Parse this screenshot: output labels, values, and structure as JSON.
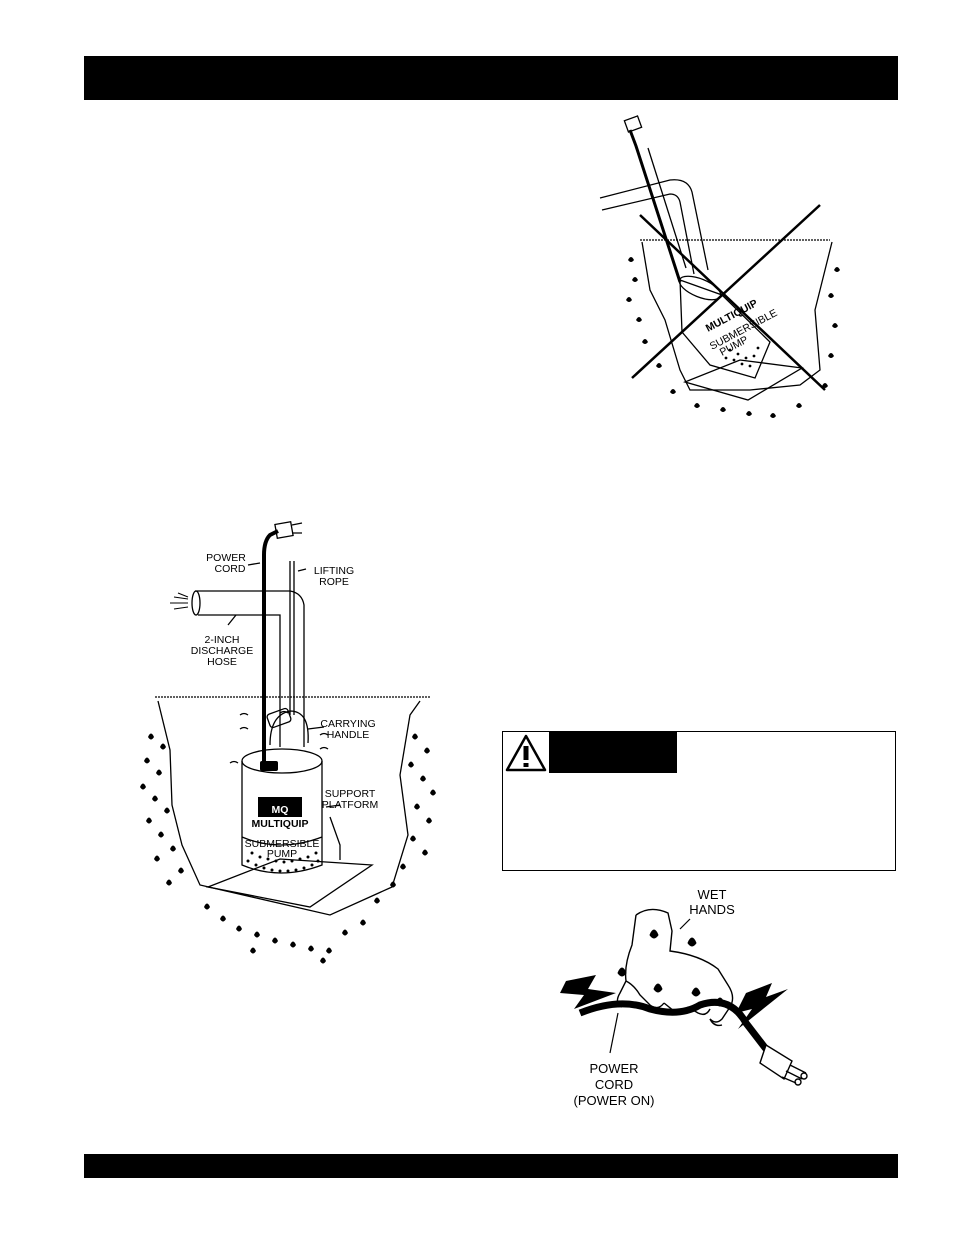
{
  "figure_main": {
    "labels": {
      "power_cord": [
        "POWER",
        "CORD"
      ],
      "lifting_rope": [
        "LIFTING",
        "ROPE"
      ],
      "discharge_hose": [
        "2-INCH",
        "DISCHARGE",
        "HOSE"
      ],
      "carrying_handle": [
        "CARRYING",
        "HANDLE"
      ],
      "support_platform": [
        "SUPPORT",
        "PLATFORM"
      ]
    },
    "pump_brand": "MULTIQUIP",
    "pump_logo": "MQ",
    "pump_text": [
      "SUBMERSIBLE",
      "PUMP"
    ]
  },
  "figure_wrong": {
    "pump_brand": "MULTIQUIP",
    "pump_text": [
      "SUBMERSIBLE",
      "PUMP"
    ]
  },
  "figure_hands": {
    "wet_hands": [
      "WET",
      "HANDS"
    ],
    "power_cord": [
      "POWER",
      "CORD",
      "(POWER ON)"
    ]
  },
  "icons": {
    "warning": "warning-triangle-icon"
  }
}
